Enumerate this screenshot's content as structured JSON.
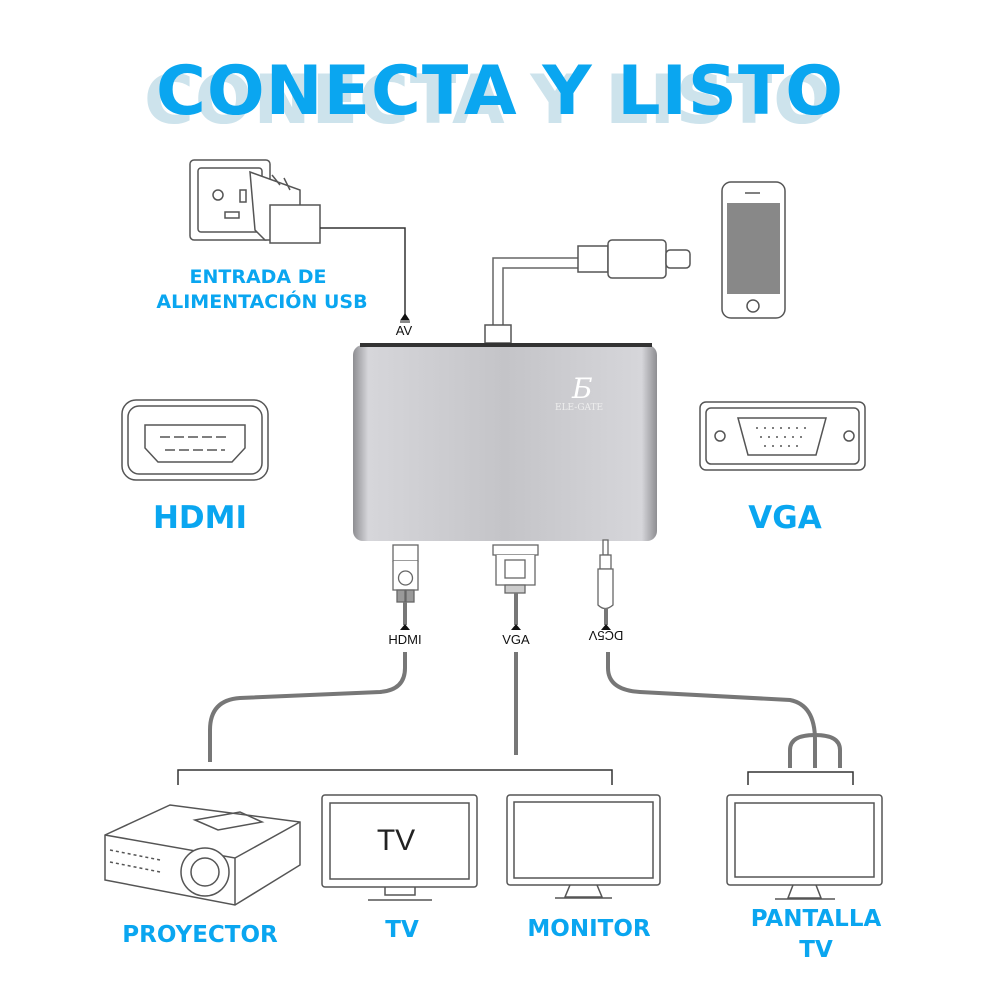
{
  "title": "CONECTA Y LISTO",
  "labels": {
    "power_line1": "ENTRADA DE",
    "power_line2": "ALIMENTACIÓN USB",
    "hdmi": "HDMI",
    "vga": "VGA",
    "projector": "PROYECTOR",
    "tv": "TV",
    "monitor": "MONITOR",
    "screen_line1": "PANTALLA",
    "screen_line2": "TV"
  },
  "port_labels": {
    "av": "AV",
    "hdmi": "HDMI",
    "vga": "VGA",
    "dc5v": "DC5V"
  },
  "brand": "ELE-GATE",
  "tv_screen_text": "TV",
  "colors": {
    "accent": "#0aa6f0",
    "shadow": "#cde3ec",
    "line": "#555555"
  }
}
